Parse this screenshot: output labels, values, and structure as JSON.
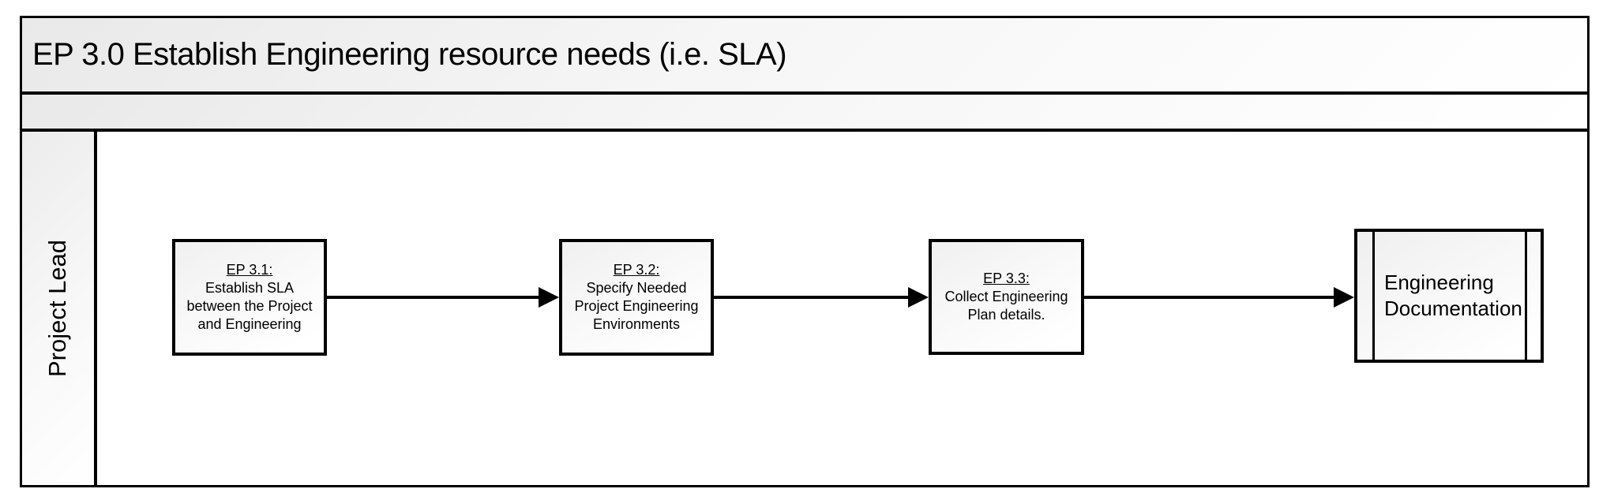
{
  "diagram": {
    "title": "EP 3.0 Establish Engineering resource needs (i.e. SLA)",
    "lane_label": "Project Lead",
    "steps": [
      {
        "id": "EP 3.1:",
        "lines": [
          "Establish SLA",
          "between the Project",
          "and Engineering"
        ]
      },
      {
        "id": "EP 3.2:",
        "lines": [
          "Specify Needed",
          "Project Engineering",
          "Environments"
        ]
      },
      {
        "id": "EP 3.3:",
        "lines": [
          "Collect Engineering",
          "Plan details."
        ]
      }
    ],
    "artifact": {
      "lines": [
        "Engineering",
        "Documentation"
      ]
    },
    "connections": [
      {
        "from": "EP 3.1:",
        "to": "EP 3.2:"
      },
      {
        "from": "EP 3.2:",
        "to": "EP 3.3:"
      },
      {
        "from": "EP 3.3:",
        "to": "Engineering Documentation"
      }
    ],
    "colors": {
      "stroke": "#000000",
      "band_fill_start": "#e9e9e9",
      "band_fill_end": "#ffffff",
      "box_fill_start": "#f0f0f0",
      "box_fill_end": "#ffffff"
    }
  }
}
